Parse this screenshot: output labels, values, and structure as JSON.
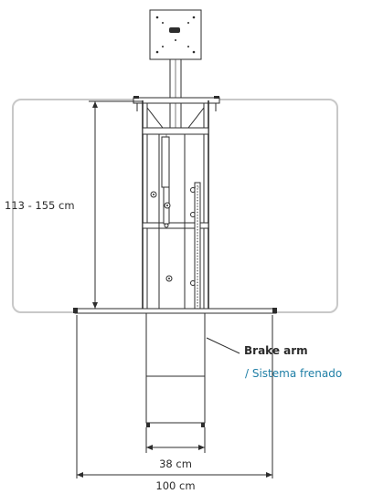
{
  "labels": {
    "height_range": "113 - 155 cm",
    "brake_arm": "Brake arm",
    "brake_arm_es": "/ Sistema frenado",
    "base_width": "38 cm",
    "total_width": "100 cm"
  },
  "colors": {
    "line": "#2d2d2d",
    "outline_gray": "#c8c8c8",
    "accent_blue": "#1f7fa6"
  }
}
